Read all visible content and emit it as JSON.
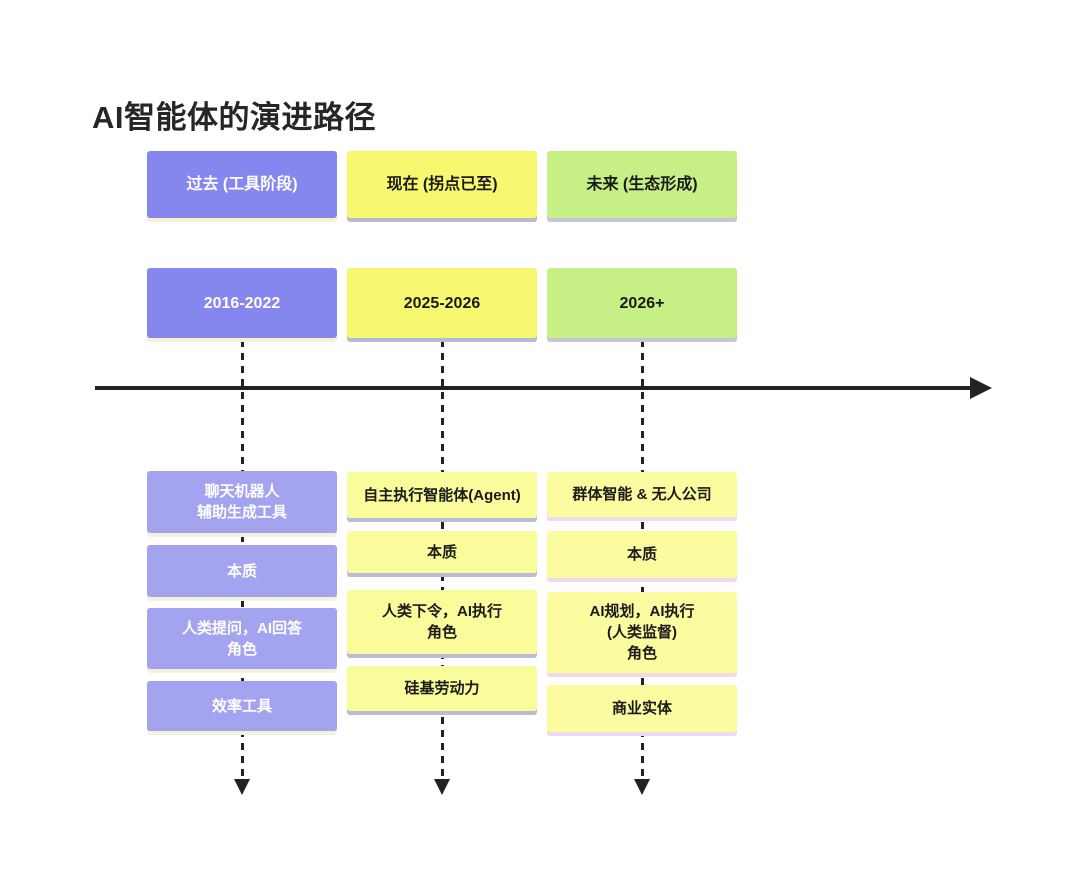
{
  "title": "AI智能体的演进路径",
  "colors": {
    "past_accent": "#8687ee",
    "past_light": "#a3a3ef",
    "present_accent": "#f8f870",
    "present_light": "#fafc9b",
    "future_accent": "#c6ef85",
    "future_light": "#fbfb9f",
    "axis": "#222222",
    "text_on_purple": "#ffffff",
    "text_on_yellow": "#1a1a1a"
  },
  "columns": [
    {
      "stage": "过去 (工具阶段)",
      "period": "2016-2022",
      "items": [
        {
          "lines": [
            "聊天机器人",
            "辅助生成工具"
          ]
        },
        {
          "lines": [
            "本质"
          ]
        },
        {
          "lines": [
            "人类提问，AI回答",
            "角色"
          ]
        },
        {
          "lines": [
            "效率工具"
          ]
        }
      ]
    },
    {
      "stage": "现在 (拐点已至)",
      "period": "2025-2026",
      "items": [
        {
          "lines": [
            "自主执行智能体(Agent)"
          ]
        },
        {
          "lines": [
            "本质"
          ]
        },
        {
          "lines": [
            "人类下令，AI执行",
            "角色"
          ]
        },
        {
          "lines": [
            "硅基劳动力"
          ]
        }
      ]
    },
    {
      "stage": "未来 (生态形成)",
      "period": "2026+",
      "items": [
        {
          "lines": [
            "群体智能 & 无人公司"
          ]
        },
        {
          "lines": [
            "本质"
          ]
        },
        {
          "lines": [
            "AI规划，AI执行",
            "(人类监督)",
            "角色"
          ]
        },
        {
          "lines": [
            "商业实体"
          ]
        }
      ]
    }
  ]
}
